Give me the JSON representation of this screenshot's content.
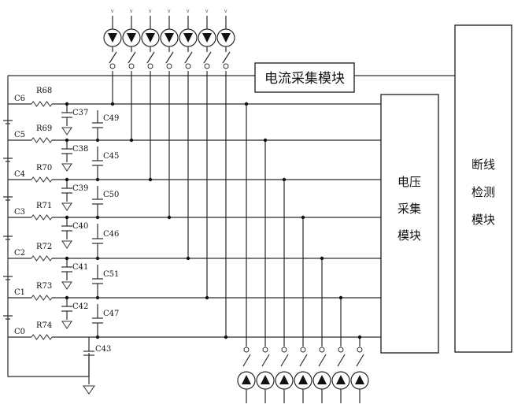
{
  "modules": {
    "current": "电流采集模块",
    "voltage": [
      "电压",
      "采集",
      "模块"
    ],
    "break_detect": [
      "断线",
      "检测",
      "模块"
    ]
  },
  "cells": [
    "C6",
    "C5",
    "C4",
    "C3",
    "C2",
    "C1",
    "C0"
  ],
  "resistors": [
    "R68",
    "R69",
    "R70",
    "R71",
    "R72",
    "R73",
    "R74"
  ],
  "left_caps": [
    "C37",
    "C38",
    "C39",
    "C40",
    "C41",
    "C42"
  ],
  "right_caps": [
    "C49",
    "C45",
    "C50",
    "C46",
    "C51",
    "C47"
  ],
  "bottom_cap": "C43",
  "source_marks": [
    "V",
    "V",
    "V",
    "V",
    "V",
    "V",
    "V"
  ]
}
